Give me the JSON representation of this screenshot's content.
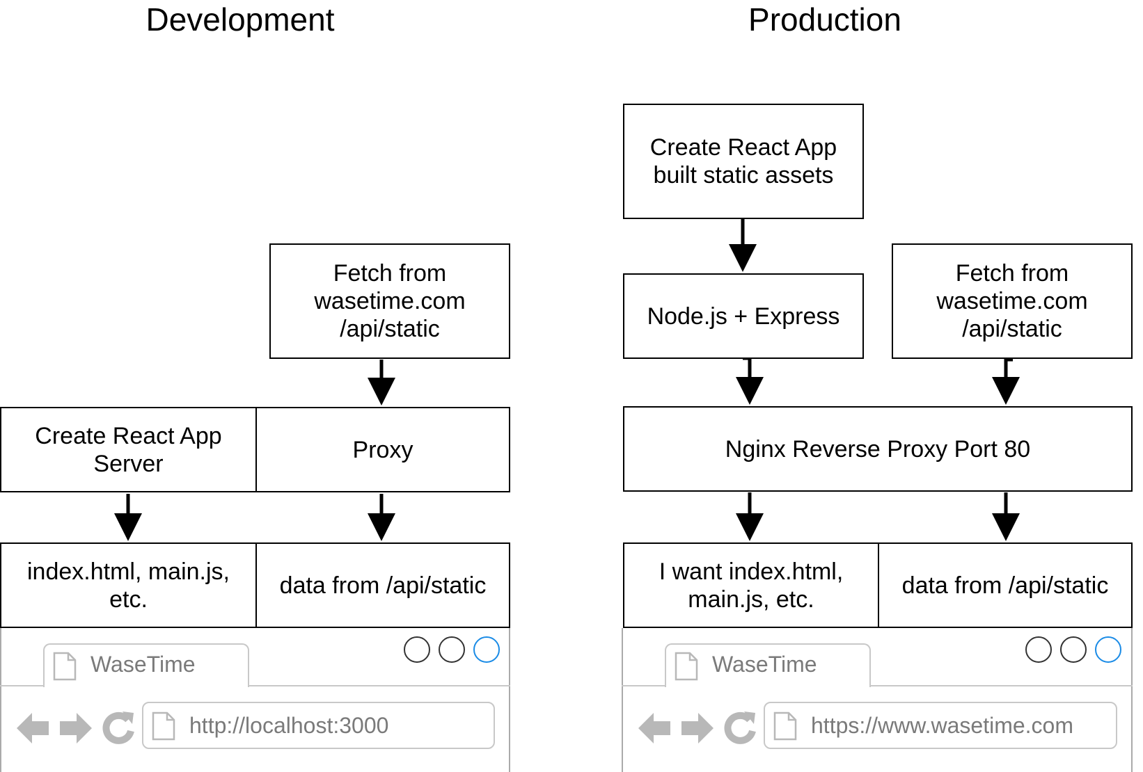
{
  "dev": {
    "title": "Development",
    "fetch": "Fetch from\nwasetime.com\n/api/static",
    "cra_server": "Create React App\nServer",
    "proxy": "Proxy",
    "index_files": "index.html, main.js,\netc.",
    "data": "data from /api/static",
    "browser": {
      "tab": "WaseTime",
      "url": "http://localhost:3000"
    }
  },
  "prod": {
    "title": "Production",
    "cra_assets": "Create React App\nbuilt static assets",
    "node": "Node.js + Express",
    "fetch": "Fetch from\nwasetime.com\n/api/static",
    "nginx": "Nginx Reverse Proxy Port 80",
    "index_files": "I want index.html,\nmain.js, etc.",
    "data": "data from /api/static",
    "browser": {
      "tab": "WaseTime",
      "url": "https://www.wasetime.com"
    }
  },
  "colors": {
    "line": "#000000",
    "browser_gray": "#c8c8c8",
    "icon_gray": "#b8b8b8",
    "active_circle": "#1a8be6"
  },
  "icons": [
    "page-icon",
    "back-arrow-icon",
    "forward-arrow-icon",
    "reload-icon"
  ]
}
